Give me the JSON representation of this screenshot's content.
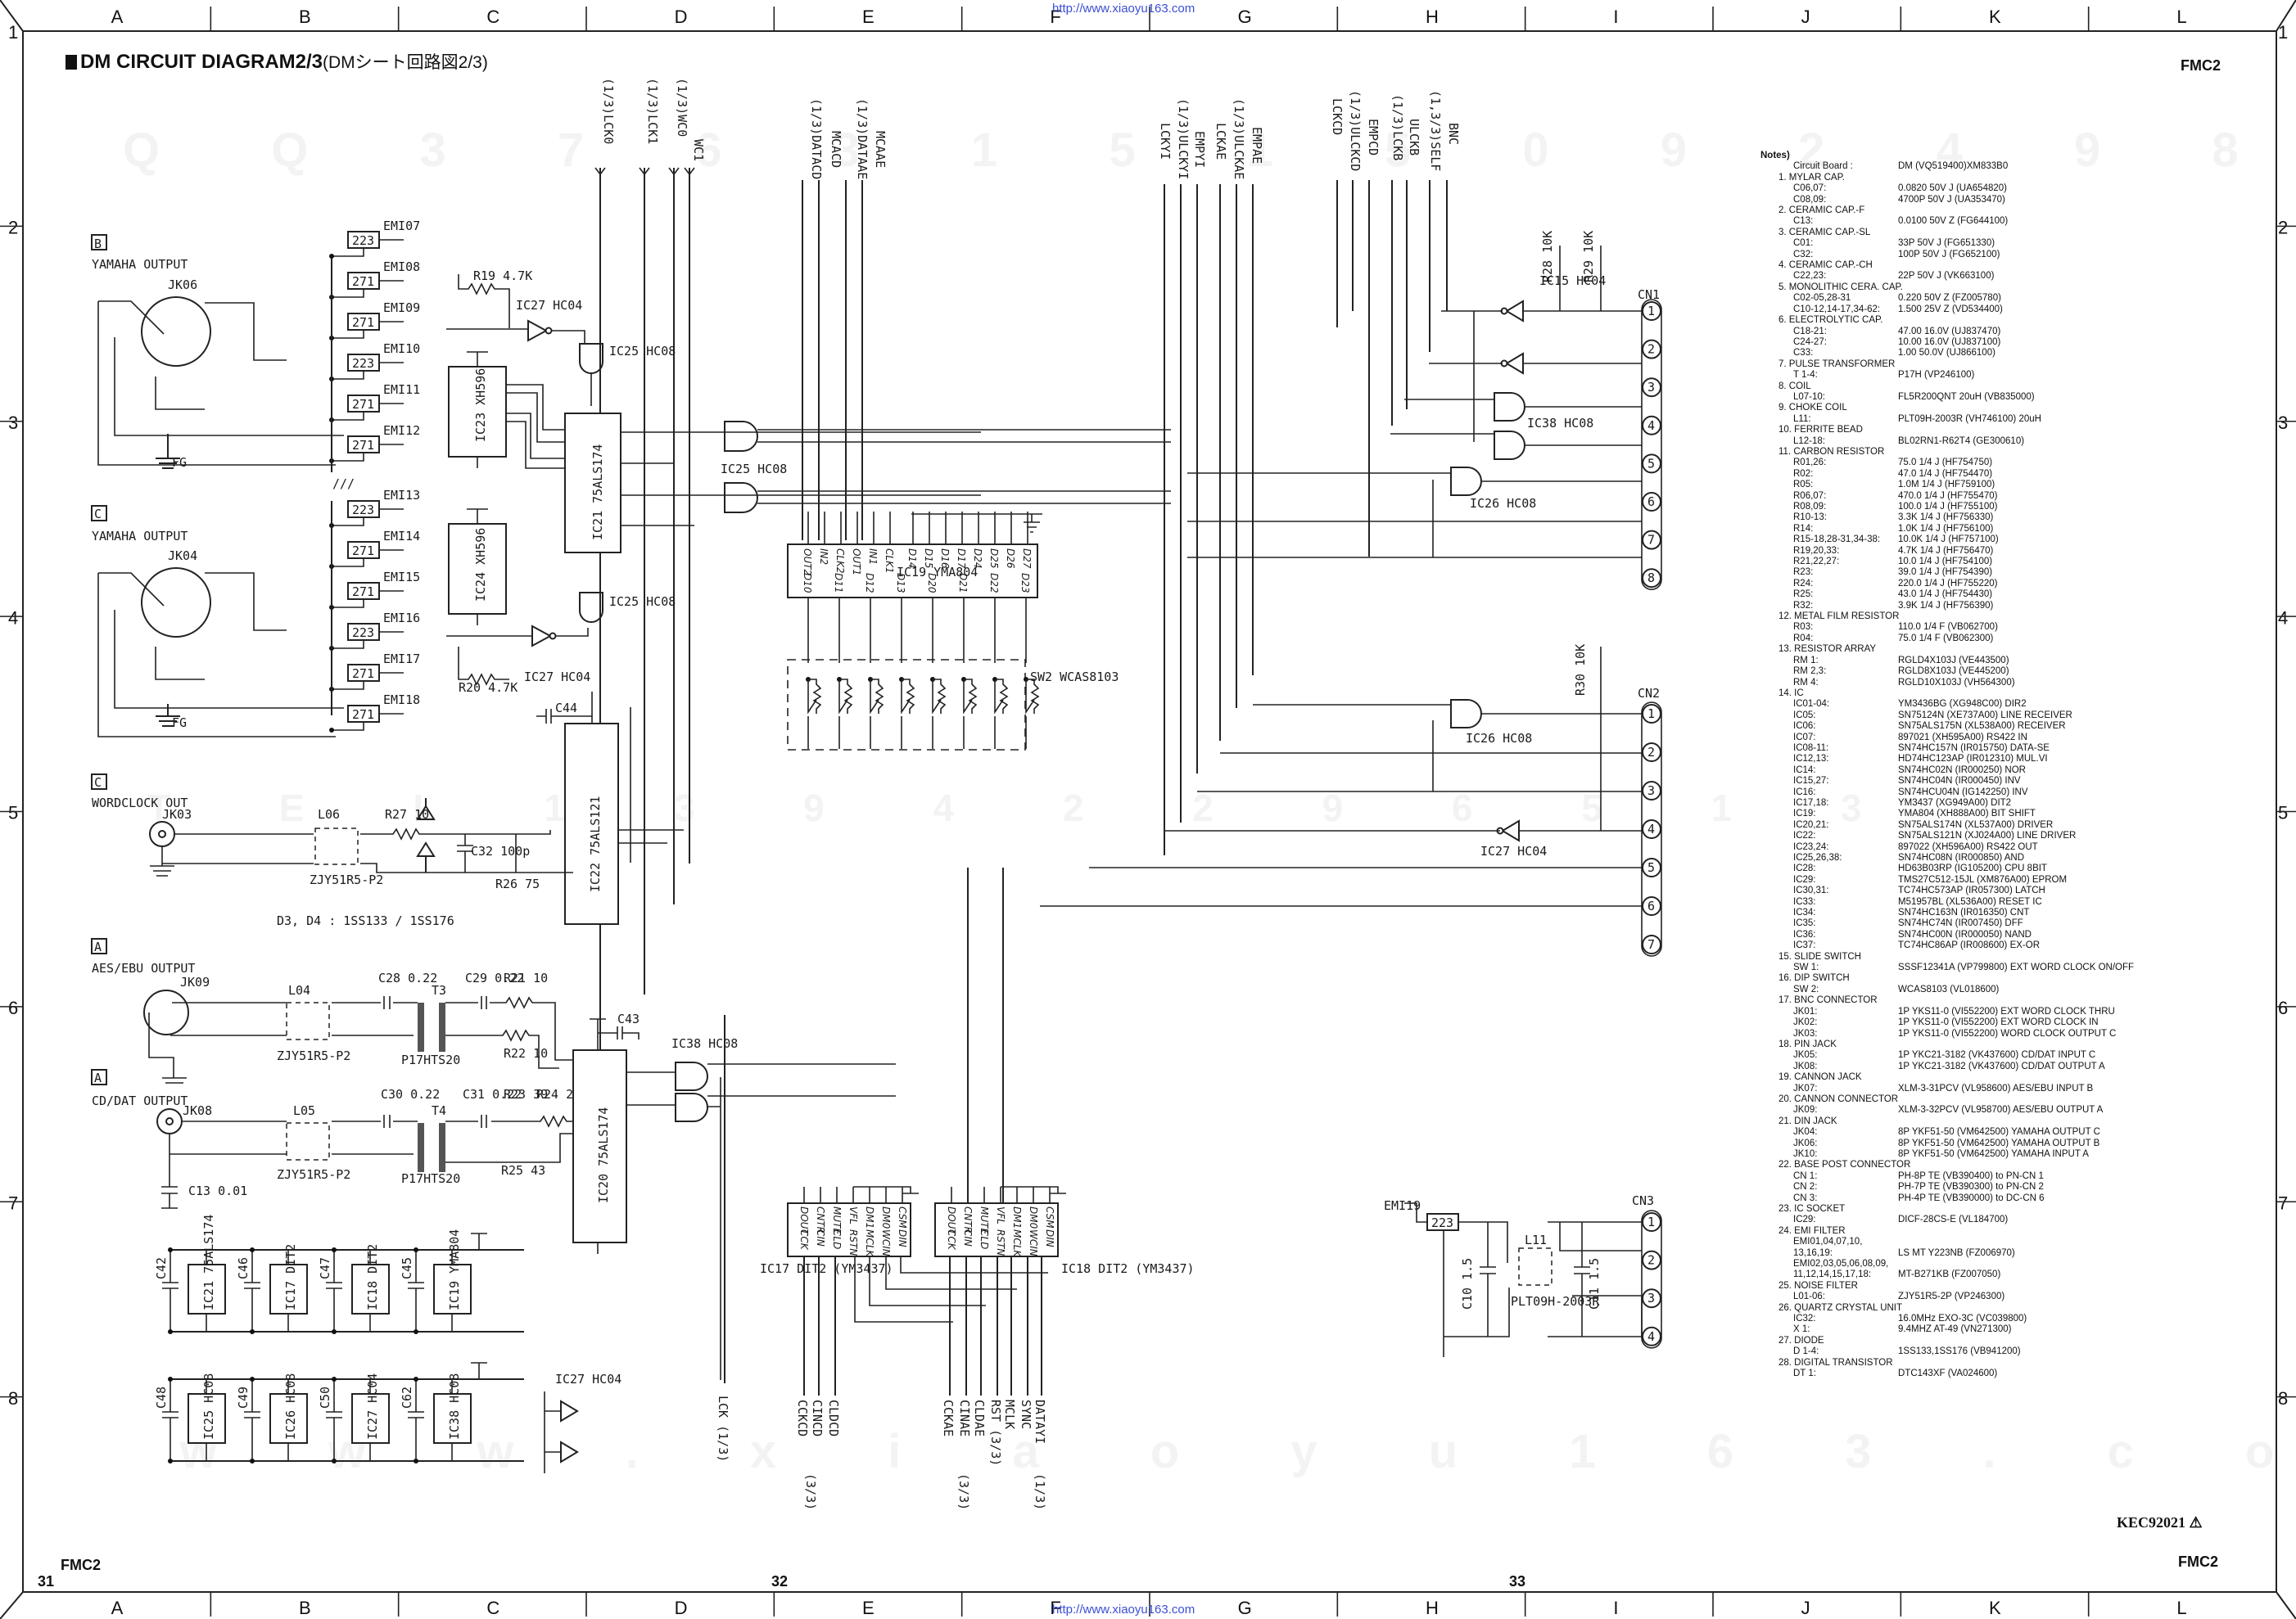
{
  "page": {
    "title": "DM CIRCUIT DIAGRAM2/3",
    "title_jp": "(DMシート回路図2/3)",
    "model_left": "FMC2",
    "model_right_top": "FMC2",
    "model_right_bottom": "FMC2",
    "page_numbers": [
      "31",
      "32",
      "33"
    ],
    "doc_code": "KEC92021",
    "watermark_url": "http://www.xiaoyu163.com",
    "ghost_watermarks": [
      "Q Q 3 7 6 3 1 5 1 5 0 9 2 4 9 8 2 9 9",
      "T E L 1 3 9 4 2 2 9 6 5 1 3",
      "w w w . x i a o y u 1 6 3 . c o m"
    ],
    "column_labels": [
      "A",
      "B",
      "C",
      "D",
      "E",
      "F",
      "G",
      "H",
      "I",
      "J",
      "K",
      "L"
    ],
    "row_labels": [
      "1",
      "2",
      "3",
      "4",
      "5",
      "6",
      "7",
      "8"
    ]
  },
  "connectors_top": {
    "group1": [
      "(1/3)LCK0",
      "(1/3)LCK1",
      "(1/3)WC0",
      "WC1"
    ],
    "group2": [
      "(1/3)DATACD",
      "MCACD",
      "(1/3)DATAAE",
      "MCAAE"
    ],
    "group3": [
      "LCKYI",
      "(1/3)ULCKYI",
      "EMPYI",
      "LCKAE",
      "(1/3)ULCKAE",
      "EMPAE"
    ],
    "group4": [
      "LCKCD",
      "(1/3)ULCKCD",
      "EMPCD",
      "(1/3)LCKB",
      "ULCKB",
      "(1,3/3)SELF",
      "BNC"
    ]
  },
  "connectors_bottom": {
    "left": [
      "LCK (1/3)"
    ],
    "ic17": [
      "CCKCD",
      "CINCD",
      "CLDCD",
      "(3/3)"
    ],
    "ic18": [
      "CCKAE",
      "CINAE",
      "CLDAE",
      "(3/3)",
      "RST (3/3)",
      "MCLK",
      "SYNC",
      "DATAYI",
      "(1/3)"
    ]
  },
  "sections": [
    {
      "tag": "B",
      "label": "YAMAHA OUTPUT",
      "jack": "JK06"
    },
    {
      "tag": "C",
      "label": "YAMAHA OUTPUT",
      "jack": "JK04"
    },
    {
      "tag": "C",
      "label": "WORDCLOCK OUT",
      "jack": "JK03"
    },
    {
      "tag": "A",
      "label": "AES/EBU OUTPUT",
      "jack": "JK09"
    },
    {
      "tag": "A",
      "label": "CD/DAT OUTPUT",
      "jack": "JK08"
    }
  ],
  "components": {
    "emi_top": [
      {
        "ref": "EMI07",
        "val": "223"
      },
      {
        "ref": "EMI08",
        "val": "271"
      },
      {
        "ref": "EMI09",
        "val": "271"
      },
      {
        "ref": "EMI10",
        "val": "223"
      },
      {
        "ref": "EMI11",
        "val": "271"
      },
      {
        "ref": "EMI12",
        "val": "271"
      }
    ],
    "emi_bottom": [
      {
        "ref": "EMI13",
        "val": "223"
      },
      {
        "ref": "EMI14",
        "val": "271"
      },
      {
        "ref": "EMI15",
        "val": "271"
      },
      {
        "ref": "EMI16",
        "val": "223"
      },
      {
        "ref": "EMI17",
        "val": "271"
      },
      {
        "ref": "EMI18",
        "val": "271"
      }
    ],
    "ic23": "IC23 XH596",
    "ic24": "IC24 XH596",
    "ic21": "IC21 75ALS174",
    "ic22": "IC22 75ALS121",
    "ic20": "IC20 75ALS174",
    "ic19": "IC19 YMA804",
    "ic17": "IC17 DIT2 (YM3437)",
    "ic18": "IC18 DIT2 (YM3437)",
    "ic25": "IC25 HC08",
    "ic26": "IC26 HC08",
    "ic27": "IC27 HC04",
    "ic15": "IC15 HC04",
    "ic38": "IC38 HC08",
    "r19": "R19 4.7K",
    "r20": "R20 4.7K",
    "r27": "R27 10",
    "r26": "R26 75",
    "r28": "R28 10K",
    "r29": "R29 10K",
    "r30": "R30 10K",
    "r21": "R21 10",
    "r22": "R22 10",
    "r23": "R23 39",
    "r24": "R24 220",
    "r25": "R25 43",
    "c28": "C28 0.22",
    "c29": "C29 0.22",
    "c30": "C30 0.22",
    "c31": "C31 0.22",
    "c32": "C32 100p",
    "c13": "C13 0.01",
    "c43": "C43",
    "c44": "C44",
    "c10": "C10 1.5",
    "c11": "C11 1.5",
    "l04": "L04",
    "l05": "L05",
    "l06": "L06",
    "l11": "L11",
    "plt": "PLT09H-2003R",
    "filter": "ZJY51R5-P2",
    "t3": "T3",
    "t4": "T4",
    "trans": "P17HTS20",
    "sw2": "SW2 WCAS8103",
    "emi19": {
      "ref": "EMI19",
      "val": "223"
    },
    "d34_note": "D3, D4 : 1SS133 / 1SS176",
    "cn1": "CN1",
    "cn2": "CN2",
    "cn3": "CN3",
    "fg": "FG",
    "decoupling_top": [
      {
        "cap": "C42",
        "ic": "IC21 75ALS174"
      },
      {
        "cap": "C46",
        "ic": "IC17 DIT2"
      },
      {
        "cap": "C47",
        "ic": "IC18 DIT2"
      },
      {
        "cap": "C45",
        "ic": "IC19 YMA804"
      }
    ],
    "decoupling_bottom": [
      {
        "cap": "C48",
        "ic": "IC25 HC08"
      },
      {
        "cap": "C49",
        "ic": "IC26 HC08"
      },
      {
        "cap": "C50",
        "ic": "IC27 HC04"
      },
      {
        "cap": "C62",
        "ic": "IC38 HC08"
      }
    ],
    "ic19_top_pins": [
      "OUT2",
      "IN2",
      "CLK2",
      "OUT1",
      "IN1",
      "CLK1",
      "D14",
      "D15",
      "D16",
      "D17",
      "D24",
      "D25",
      "D26",
      "D27"
    ],
    "ic19_bottom_pins": [
      "D10",
      "D11",
      "D12",
      "D13",
      "D20",
      "D21",
      "D22",
      "D23"
    ],
    "dit2_top_pins": [
      "DOUT",
      "CNTR",
      "MUTE",
      "VFL",
      "DM1",
      "DM0",
      "CSM"
    ],
    "dit2_bottom_pins": [
      "CCK",
      "CIN",
      "CLD",
      "RSTN",
      "MCLK",
      "WCIN",
      "DIN"
    ]
  },
  "notes": {
    "heading": "Notes)",
    "board_label": "Circuit Board :",
    "board_value": "DM (VQ519400)XM833B0",
    "sections": [
      {
        "title": "1. MYLAR CAP.",
        "rows": [
          [
            "C06,07:",
            "0.0820 50V J (UA654820)"
          ],
          [
            "C08,09:",
            "4700P 50V J (UA353470)"
          ]
        ]
      },
      {
        "title": "2. CERAMIC CAP.-F",
        "rows": [
          [
            "C13:",
            "0.0100 50V Z (FG644100)"
          ]
        ]
      },
      {
        "title": "3. CERAMIC CAP.-SL",
        "rows": [
          [
            "C01:",
            "33P 50V J (FG651330)"
          ],
          [
            "C32:",
            "100P 50V J (FG652100)"
          ]
        ]
      },
      {
        "title": "4. CERAMIC CAP.-CH",
        "rows": [
          [
            "C22,23:",
            "22P 50V J (VK663100)"
          ]
        ]
      },
      {
        "title": "5. MONOLITHIC CERA. CAP.",
        "rows": [
          [
            "C02-05,28-31",
            "0.220 50V Z (FZ005780)"
          ],
          [
            "C10-12,14-17,34-62:",
            "1.500 25V Z (VD534400)"
          ]
        ]
      },
      {
        "title": "6. ELECTROLYTIC CAP.",
        "rows": [
          [
            "C18-21:",
            "47.00 16.0V (UJ837470)"
          ],
          [
            "C24-27:",
            "10.00 16.0V (UJ837100)"
          ],
          [
            "C33:",
            "1.00 50.0V (UJ866100)"
          ]
        ]
      },
      {
        "title": "7. PULSE TRANSFORMER",
        "rows": [
          [
            "T 1-4:",
            "P17H (VP246100)"
          ]
        ]
      },
      {
        "title": "8. COIL",
        "rows": [
          [
            "L07-10:",
            "FL5R200QNT 20uH (VB835000)"
          ]
        ]
      },
      {
        "title": "9. CHOKE COIL",
        "rows": [
          [
            "L11:",
            "PLT09H-2003R (VH746100) 20uH"
          ]
        ]
      },
      {
        "title": "10. FERRITE BEAD",
        "rows": [
          [
            "L12-18:",
            "BL02RN1-R62T4 (GE300610)"
          ]
        ]
      },
      {
        "title": "11. CARBON RESISTOR",
        "rows": [
          [
            "R01,26:",
            "75.0 1/4 J (HF754750)"
          ],
          [
            "R02:",
            "47.0 1/4 J (HF754470)"
          ],
          [
            "R05:",
            "1.0M 1/4 J (HF759100)"
          ],
          [
            "R06,07:",
            "470.0 1/4 J (HF755470)"
          ],
          [
            "R08,09:",
            "100.0 1/4 J (HF755100)"
          ],
          [
            "R10-13:",
            "3.3K 1/4 J (HF756330)"
          ],
          [
            "R14:",
            "1.0K 1/4 J (HF756100)"
          ],
          [
            "R15-18,28-31,34-38:",
            "10.0K 1/4 J (HF757100)"
          ],
          [
            "R19,20,33:",
            "4.7K 1/4 J (HF756470)"
          ],
          [
            "R21,22,27:",
            "10.0 1/4 J (HF754100)"
          ],
          [
            "R23:",
            "39.0 1/4 J (HF754390)"
          ],
          [
            "R24:",
            "220.0 1/4 J (HF755220)"
          ],
          [
            "R25:",
            "43.0 1/4 J (HF754430)"
          ],
          [
            "R32:",
            "3.9K 1/4 J (HF756390)"
          ]
        ]
      },
      {
        "title": "12. METAL FILM RESISTOR",
        "rows": [
          [
            "R03:",
            "110.0 1/4 F (VB062700)"
          ],
          [
            "R04:",
            "75.0 1/4 F (VB062300)"
          ]
        ]
      },
      {
        "title": "13. RESISTOR ARRAY",
        "rows": [
          [
            "RM 1:",
            "RGLD4X103J (VE443500)"
          ],
          [
            "RM 2,3:",
            "RGLD8X103J (VE445200)"
          ],
          [
            "RM 4:",
            "RGLD10X103J (VH564300)"
          ]
        ]
      },
      {
        "title": "14. IC",
        "rows": [
          [
            "IC01-04:",
            "YM3436BG (XG948C00) DIR2"
          ],
          [
            "IC05:",
            "SN75124N (XE737A00) LINE RECEIVER"
          ],
          [
            "IC06:",
            "SN75ALS175N (XL538A00) RECEIVER"
          ],
          [
            "IC07:",
            "897021 (XH595A00) RS422 IN"
          ],
          [
            "IC08-11:",
            "SN74HC157N (IR015750) DATA-SE"
          ],
          [
            "IC12,13:",
            "HD74HC123AP (IR012310) MUL.VI"
          ],
          [
            "IC14:",
            "SN74HC02N (IR000250) NOR"
          ],
          [
            "IC15,27:",
            "SN74HC04N (IR000450) INV"
          ],
          [
            "IC16:",
            "SN74HCU04N (IG142250) INV"
          ],
          [
            "IC17,18:",
            "YM3437 (XG949A00) DIT2"
          ],
          [
            "IC19:",
            "YMA804 (XH888A00) BIT SHIFT"
          ],
          [
            "IC20,21:",
            "SN75ALS174N (XL537A00) DRIVER"
          ],
          [
            "IC22:",
            "SN75ALS121N (XJ024A00) LINE DRIVER"
          ],
          [
            "IC23,24:",
            "897022 (XH596A00) RS422 OUT"
          ],
          [
            "IC25,26,38:",
            "SN74HC08N (IR000850) AND"
          ],
          [
            "IC28:",
            "HD63B03RP (IG105200) CPU 8BIT"
          ],
          [
            "IC29:",
            "TMS27C512-15JL (XM876A00) EPROM"
          ],
          [
            "IC30,31:",
            "TC74HC573AP (IR057300) LATCH"
          ],
          [
            "IC33:",
            "M51957BL (XL536A00) RESET IC"
          ],
          [
            "IC34:",
            "SN74HC163N (IR016350) CNT"
          ],
          [
            "IC35:",
            "SN74HC74N (IR007450) DFF"
          ],
          [
            "IC36:",
            "SN74HC00N (IR000050) NAND"
          ],
          [
            "IC37:",
            "TC74HC86AP (IR008600) EX-OR"
          ]
        ]
      },
      {
        "title": "15. SLIDE SWITCH",
        "rows": [
          [
            "SW 1:",
            "SSSF12341A (VP799800) EXT WORD CLOCK ON/OFF"
          ]
        ]
      },
      {
        "title": "16. DIP SWITCH",
        "rows": [
          [
            "SW 2:",
            "WCAS8103 (VL018600)"
          ]
        ]
      },
      {
        "title": "17. BNC CONNECTOR",
        "rows": [
          [
            "JK01:",
            "1P YKS11-0 (VI552200) EXT WORD CLOCK THRU"
          ],
          [
            "JK02:",
            "1P YKS11-0 (VI552200) EXT WORD CLOCK IN"
          ],
          [
            "JK03:",
            "1P YKS11-0 (VI552200) WORD CLOCK OUTPUT C"
          ]
        ]
      },
      {
        "title": "18. PIN JACK",
        "rows": [
          [
            "JK05:",
            "1P YKC21-3182 (VK437600) CD/DAT INPUT C"
          ],
          [
            "JK08:",
            "1P YKC21-3182 (VK437600) CD/DAT OUTPUT A"
          ]
        ]
      },
      {
        "title": "19. CANNON JACK",
        "rows": [
          [
            "JK07:",
            "XLM-3-31PCV (VL958600) AES/EBU INPUT B"
          ]
        ]
      },
      {
        "title": "20. CANNON CONNECTOR",
        "rows": [
          [
            "JK09:",
            "XLM-3-32PCV (VL958700) AES/EBU OUTPUT A"
          ]
        ]
      },
      {
        "title": "21. DIN JACK",
        "rows": [
          [
            "JK04:",
            "8P YKF51-50 (VM642500) YAMAHA OUTPUT C"
          ],
          [
            "JK06:",
            "8P YKF51-50 (VM642500) YAMAHA OUTPUT B"
          ],
          [
            "JK10:",
            "8P YKF51-50 (VM642500) YAMAHA INPUT A"
          ]
        ]
      },
      {
        "title": "22. BASE POST CONNECTOR",
        "rows": [
          [
            "CN 1:",
            "PH-8P TE (VB390400) to PN-CN 1"
          ],
          [
            "CN 2:",
            "PH-7P TE (VB390300) to PN-CN 2"
          ],
          [
            "CN 3:",
            "PH-4P TE (VB390000) to DC-CN 6"
          ]
        ]
      },
      {
        "title": "23. IC SOCKET",
        "rows": [
          [
            "IC29:",
            "DICF-28CS-E (VL184700)"
          ]
        ]
      },
      {
        "title": "24. EMI FILTER",
        "rows": [
          [
            "EMI01,04,07,10,",
            ""
          ],
          [
            "    13,16,19:",
            "LS MT Y223NB (FZ006970)"
          ],
          [
            "EMI02,03,05,06,08,09,",
            ""
          ],
          [
            "    11,12,14,15,17,18:",
            "MT-B271KB (FZ007050)"
          ]
        ]
      },
      {
        "title": "25. NOISE FILTER",
        "rows": [
          [
            "L01-06:",
            "ZJY51R5-2P (VP246300)"
          ]
        ]
      },
      {
        "title": "26. QUARTZ CRYSTAL UNIT",
        "rows": [
          [
            "IC32:",
            "16.0MHz EXO-3C (VC039800)"
          ],
          [
            "X 1:",
            "9.4MHZ AT-49 (VN271300)"
          ]
        ]
      },
      {
        "title": "27. DIODE",
        "rows": [
          [
            "D 1-4:",
            "1SS133,1SS176 (VB941200)"
          ]
        ]
      },
      {
        "title": "28. DIGITAL TRANSISTOR",
        "rows": [
          [
            "DT 1:",
            "DTC143XF (VA024600)"
          ]
        ]
      }
    ]
  }
}
